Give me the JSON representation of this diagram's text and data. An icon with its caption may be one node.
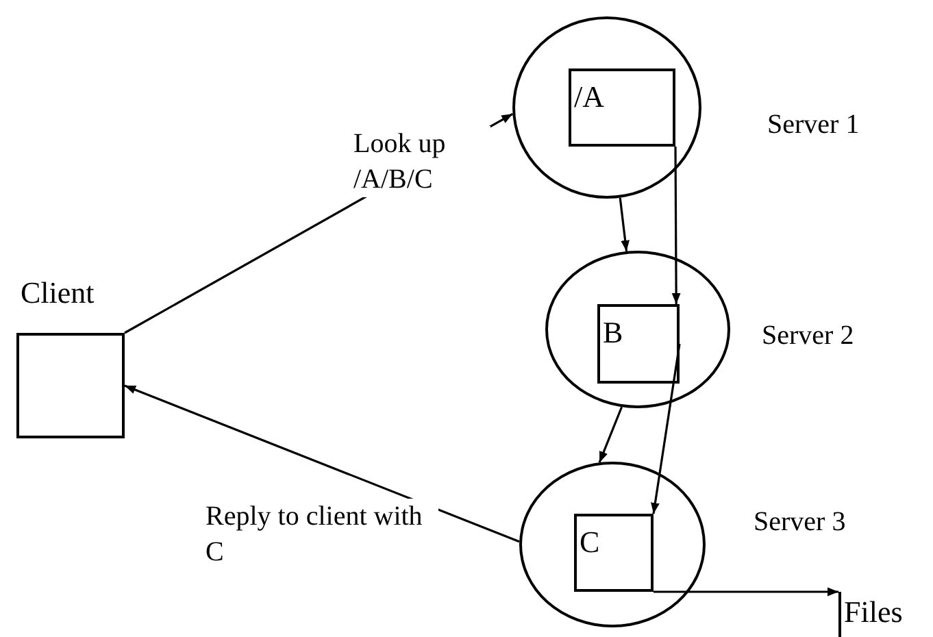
{
  "diagram": {
    "nodes": [
      {
        "text": [
          "Client"
        ]
      },
      {
        "text": [],
        "shape": "circle",
        "beside": [
          "Server 1"
        ]
      },
      {
        "text": [
          "/A"
        ],
        "in": 1
      },
      {
        "text": [],
        "shape": "circle",
        "beside": [
          "Server 2"
        ]
      },
      {
        "text": [
          "B"
        ],
        "in": 3
      },
      {
        "text": [],
        "shape": "circle",
        "beside": [
          "Server 3"
        ]
      },
      {
        "text": [
          "C"
        ],
        "in": 5
      },
      {
        "text": [
          "Files"
        ]
      }
    ],
    "edges": [
      {
        "from": 0,
        "to": 1,
        "arrow": "to",
        "label": "Look up /A/B/C"
      },
      {
        "from": 1,
        "to": 3,
        "arrow": "to"
      },
      {
        "from": 3,
        "to": 5,
        "arrow": "to"
      },
      {
        "from": 5,
        "to": 0,
        "arrow": "to",
        "label": "Reply to client with C"
      },
      {
        "from": 2,
        "to": 4,
        "arrow": "to"
      },
      {
        "from": 4,
        "to": 6,
        "arrow": "to"
      },
      {
        "from": 6,
        "to": 7,
        "arrow": "to"
      }
    ]
  }
}
